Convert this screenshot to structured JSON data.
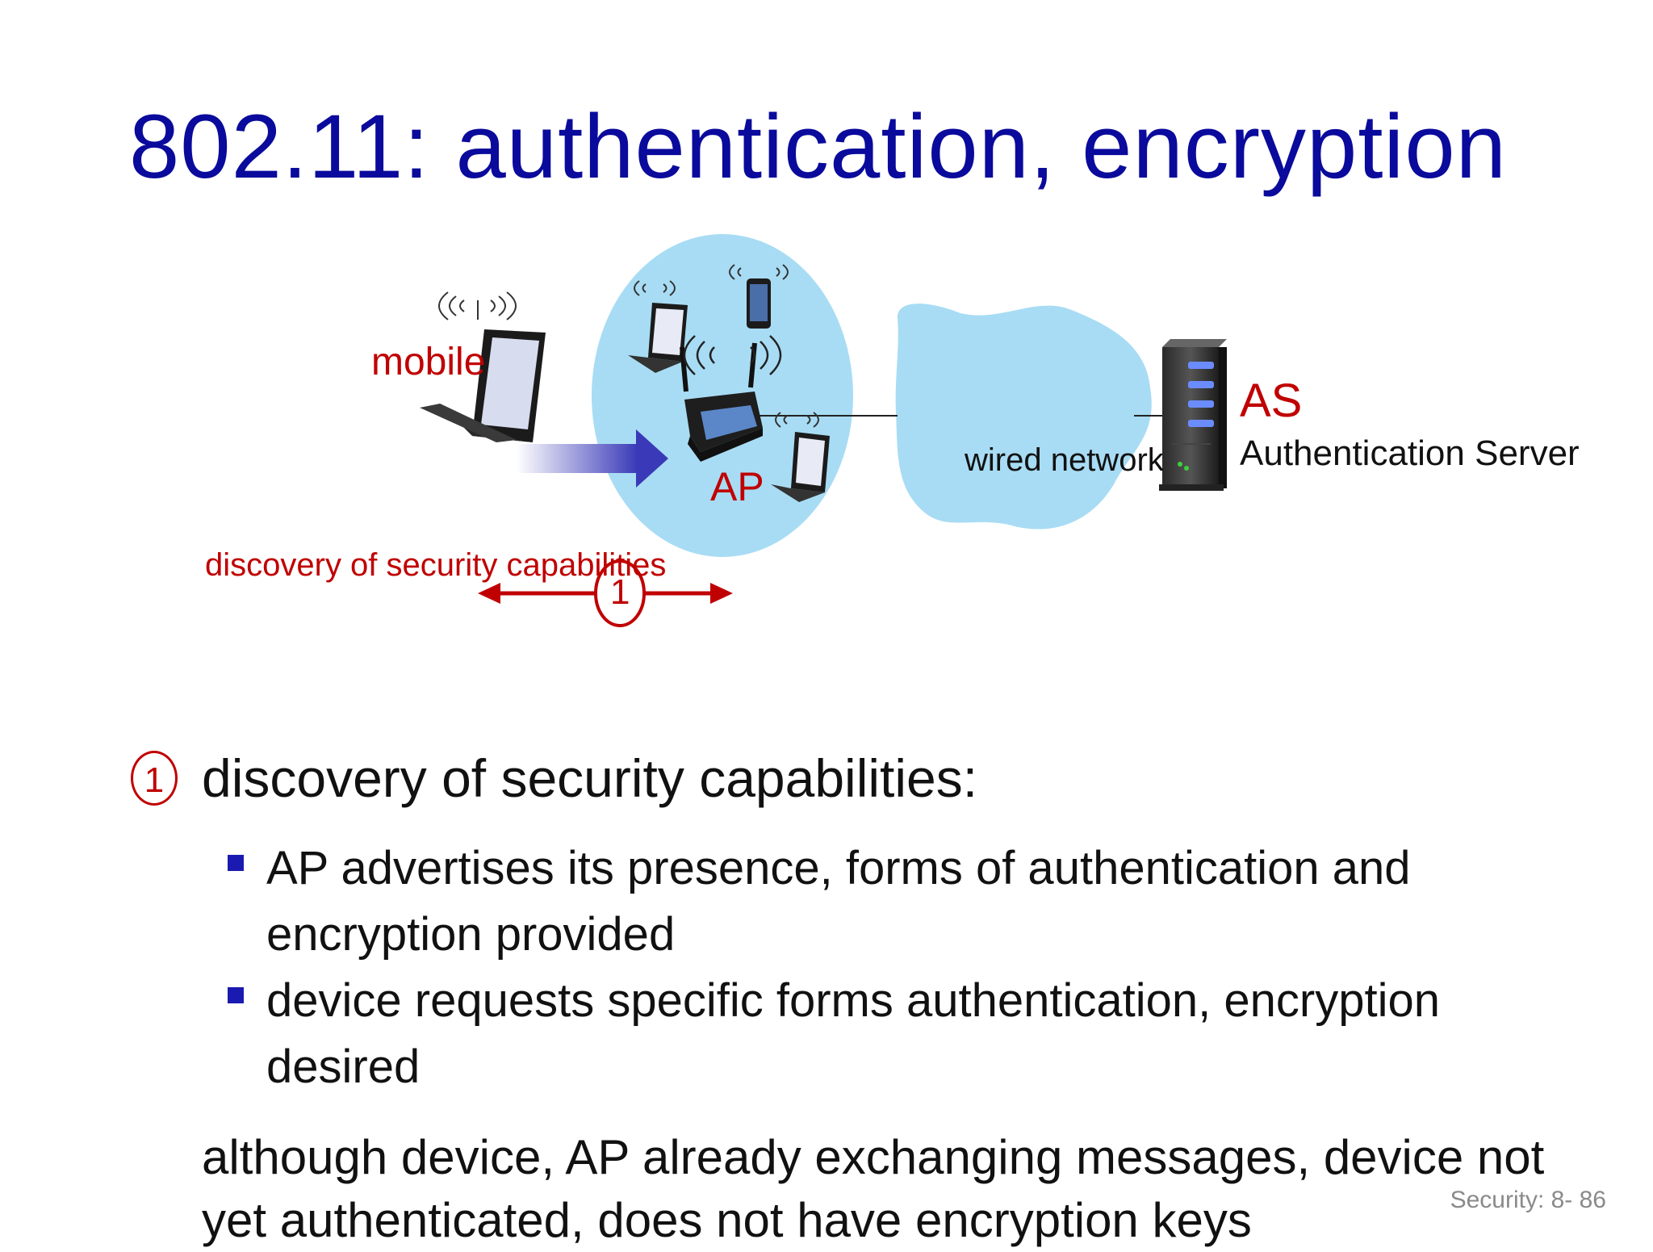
{
  "slide": {
    "title": "802.11: authentication, encryption",
    "footer": "Security: 8- 86"
  },
  "diagram": {
    "mobile_label": "mobile",
    "ap_label": "AP",
    "wired_label": "wired network",
    "as_label": "AS",
    "as_full_label": "Authentication Server",
    "discovery_label": "discovery of security capabilities",
    "step_number": "1",
    "colors": {
      "accent_red": "#c00000",
      "title_blue": "#0a0a9c",
      "cloud": "#a8dcf4"
    }
  },
  "content": {
    "step_badge": "1",
    "heading": "discovery of security capabilities:",
    "bullets": [
      "AP advertises its presence, forms of authentication and encryption provided",
      "device requests specific forms authentication, encryption desired"
    ],
    "note": "although device, AP already exchanging messages, device not yet authenticated, does not have encryption keys"
  }
}
